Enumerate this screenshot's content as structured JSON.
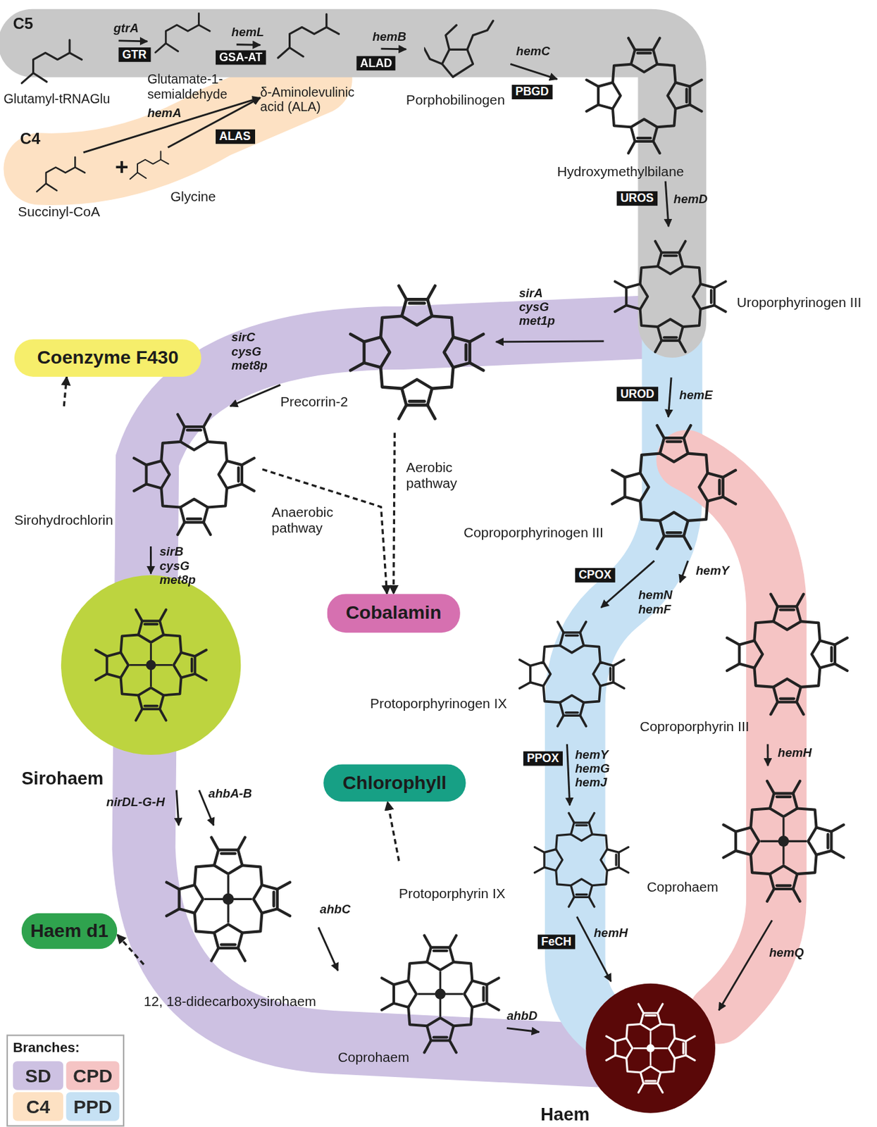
{
  "diagram": {
    "nodes": [
      {
        "text": [
          "Glutamyl-tRNAGlu"
        ]
      },
      {
        "text": [
          "Glutamate-1-semialdehyde"
        ]
      },
      {
        "text": [
          "δ-Aminolevulinic acid (ALA)"
        ]
      },
      {
        "text": [
          "Succinyl-CoA"
        ]
      },
      {
        "text": [
          "Glycine"
        ]
      },
      {
        "text": [
          "Porphobilinogen"
        ]
      },
      {
        "text": [
          "Hydroxymethylbilane"
        ]
      },
      {
        "text": [
          "Uroporphyrinogen III"
        ]
      },
      {
        "text": [
          "Precorrin-2"
        ]
      },
      {
        "text": [
          "Sirohydrochlorin"
        ]
      },
      {
        "text": [
          "Coenzyme F430"
        ]
      },
      {
        "text": [
          "Cobalamin"
        ]
      },
      {
        "text": [
          "Sirohaem"
        ]
      },
      {
        "text": [
          "12, 18-didecarboxysirohaem"
        ]
      },
      {
        "text": [
          "Haem d1"
        ]
      },
      {
        "text": [
          "Coprohaem"
        ]
      },
      {
        "text": [
          "Coproporphyrinogen III"
        ]
      },
      {
        "text": [
          "Protoporphyrinogen IX"
        ]
      },
      {
        "text": [
          "Coproporphyrin III"
        ]
      },
      {
        "text": [
          "Protoporphyrin IX"
        ]
      },
      {
        "text": [
          "Chlorophyll"
        ]
      },
      {
        "text": [
          "Coprohaem"
        ]
      },
      {
        "text": [
          "Haem"
        ]
      }
    ],
    "edges": [
      {
        "from": 0,
        "to": 1,
        "label": "gtrA",
        "arrow": "to"
      },
      {
        "from": 1,
        "to": 2,
        "label": "hemL",
        "arrow": "to"
      },
      {
        "from": 3,
        "to": 2,
        "label": "hemA",
        "arrow": "to"
      },
      {
        "from": 4,
        "to": 2,
        "arrow": "to"
      },
      {
        "from": 2,
        "to": 5,
        "label": "hemB",
        "arrow": "to"
      },
      {
        "from": 5,
        "to": 6,
        "label": "hemC",
        "arrow": "to"
      },
      {
        "from": 6,
        "to": 7,
        "label": "hemD",
        "arrow": "to"
      },
      {
        "from": 7,
        "to": 8,
        "label": "sirA cysG met1p",
        "arrow": "to"
      },
      {
        "from": 8,
        "to": 9,
        "label": "sirC cysG met8p",
        "arrow": "to"
      },
      {
        "from": 9,
        "to": 10,
        "arrow": "to"
      },
      {
        "from": 8,
        "to": 11,
        "arrow": "to"
      },
      {
        "from": 9,
        "to": 11,
        "arrow": "to"
      },
      {
        "from": 9,
        "to": 12,
        "label": "sirB cysG met8p",
        "arrow": "to"
      },
      {
        "from": 12,
        "to": 13,
        "label": "nirDL-G-H",
        "arrow": "to"
      },
      {
        "from": 12,
        "to": 13,
        "label": "ahbA-B",
        "arrow": "to"
      },
      {
        "from": 13,
        "to": 14,
        "arrow": "to"
      },
      {
        "from": 13,
        "to": 15,
        "label": "ahbC",
        "arrow": "to"
      },
      {
        "from": 15,
        "to": 22,
        "label": "ahbD",
        "arrow": "to"
      },
      {
        "from": 7,
        "to": 16,
        "label": "hemE",
        "arrow": "to"
      },
      {
        "from": 16,
        "to": 17,
        "label": "hemN hemF",
        "arrow": "to"
      },
      {
        "from": 16,
        "to": 18,
        "label": "hemY",
        "arrow": "to"
      },
      {
        "from": 17,
        "to": 19,
        "label": "hemY hemG hemJ",
        "arrow": "to"
      },
      {
        "from": 19,
        "to": 20,
        "arrow": "to"
      },
      {
        "from": 19,
        "to": 22,
        "label": "hemH",
        "arrow": "to"
      },
      {
        "from": 18,
        "to": 21,
        "label": "hemH",
        "arrow": "to"
      },
      {
        "from": 21,
        "to": 22,
        "label": "hemQ",
        "arrow": "to"
      }
    ],
    "labels": [
      "C5",
      "GTR",
      "GSA-AT",
      "ALAD",
      "PBGD",
      "C4",
      "ALAS",
      "+",
      "UROS",
      "UROD",
      "Aerobic pathway",
      "Anaerobic pathway",
      "CPOX",
      "PPOX",
      "FeCH",
      "Branches:"
    ],
    "legend": [
      {
        "text": "SD",
        "color": "#cdc1e2"
      },
      {
        "text": "CPD",
        "color": "#f5c4c4"
      },
      {
        "text": "C4",
        "color": "#fde1c3"
      },
      {
        "text": "PPD",
        "color": "#c6e1f4"
      }
    ]
  }
}
